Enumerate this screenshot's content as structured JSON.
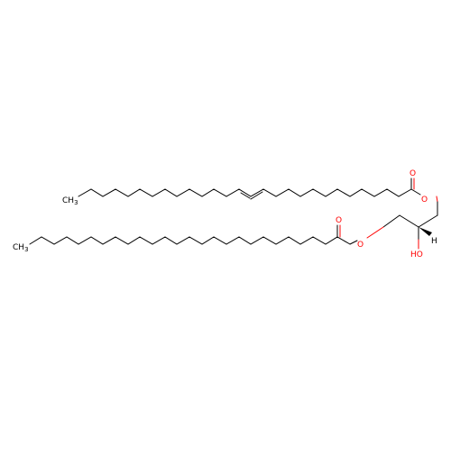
{
  "colors": {
    "carbon": "#000000",
    "oxygen": "#ff0000",
    "background": "#ffffff"
  },
  "labels": {
    "ch3_top": "CH3",
    "ch3_bottom": "CH3",
    "o_carbonyl_top": "O",
    "o_ester_top": "O",
    "o_carbonyl_bottom": "O",
    "o_ester_bottom": "O",
    "hydroxyl": "HO",
    "hydrogen": "H"
  }
}
